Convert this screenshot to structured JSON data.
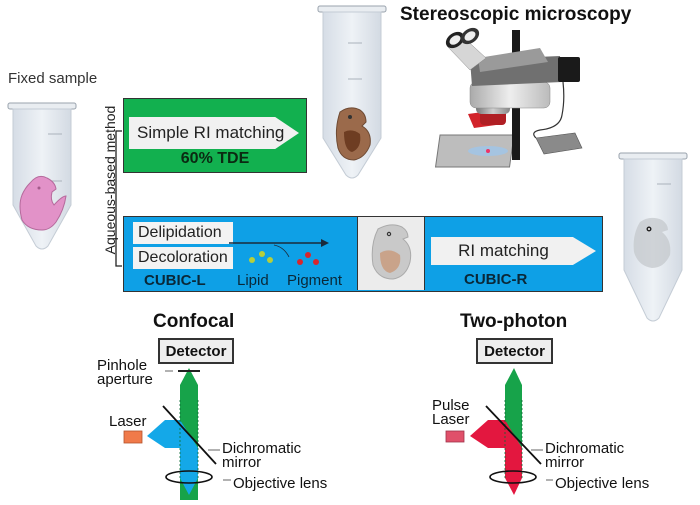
{
  "left_panel": {
    "fixed_sample_label": "Fixed sample",
    "method_group_label": "Aqueous-based method"
  },
  "green_box": {
    "step_label": "Simple RI matching",
    "reagent_label": "60% TDE",
    "color": "#12b04f"
  },
  "blue_box": {
    "step1_label": "Delipidation",
    "step2_label": "Decoloration",
    "reagent_left": "CUBIC-L",
    "lipid_label": "Lipid",
    "pigment_label": "Pigment",
    "step3_label": "RI matching",
    "reagent_right": "CUBIC-R",
    "color": "#0ea0e6"
  },
  "stereo": {
    "title": "Stereoscopic microscopy"
  },
  "confocal": {
    "title": "Confocal",
    "detector_label": "Detector",
    "pinhole_label_line1": "Pinhole",
    "pinhole_label_line2": "aperture",
    "laser_label": "Laser",
    "mirror_label_line1": "Dichromatic",
    "mirror_label_line2": "mirror",
    "lens_label": "Objective lens",
    "excitation_color": "#14a8e8",
    "emission_color": "#17a34a",
    "laser_color": "#f07a4a"
  },
  "two_photon": {
    "title": "Two-photon",
    "detector_label": "Detector",
    "laser_label_line1": "Pulse",
    "laser_label_line2": "Laser",
    "mirror_label_line1": "Dichromatic",
    "mirror_label_line2": "mirror",
    "lens_label": "Objective lens",
    "excitation_color": "#e3173f",
    "emission_color": "#17a34a",
    "laser_color": "#e0506a"
  }
}
